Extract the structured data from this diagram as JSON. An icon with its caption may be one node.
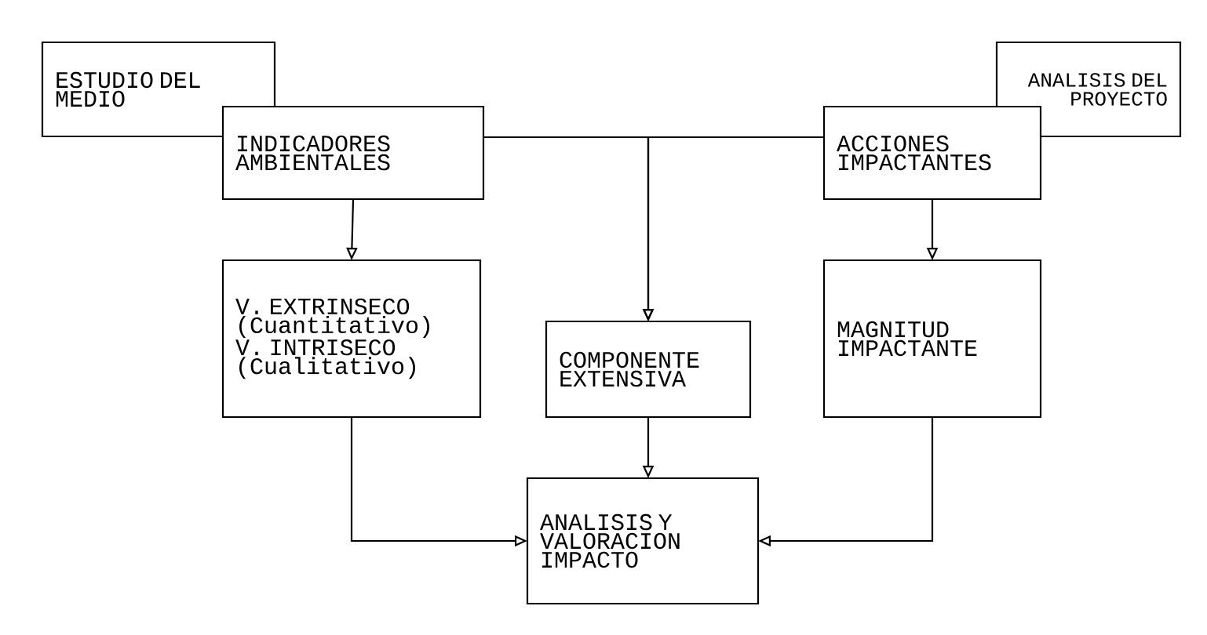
{
  "diagram": {
    "nodes": [
      {
        "text": [
          "ESTUDIO DEL MEDIO"
        ]
      },
      {
        "text": [
          "ANALISIS DEL PROYECTO"
        ]
      },
      {
        "text": [
          "INDICADORES AMBIENTALES"
        ]
      },
      {
        "text": [
          "ACCIONES IMPACTANTES"
        ]
      },
      {
        "text": [
          "V. EXTRINSECO (Cuantitativo) V. INTRISECO (Cualitativo)"
        ]
      },
      {
        "text": [
          "COMPONENTE EXTENSIVA"
        ]
      },
      {
        "text": [
          "MAGNITUD IMPACTANTE"
        ]
      },
      {
        "text": [
          "ANALISIS Y VALORACION IMPACTO"
        ]
      }
    ],
    "edges": [
      {
        "from": 2,
        "to": 4,
        "arrow": "to"
      },
      {
        "from": 3,
        "to": 6,
        "arrow": "to"
      },
      {
        "from": 2,
        "to": 5,
        "arrow": "to"
      },
      {
        "from": 3,
        "to": 5,
        "arrow": "to"
      },
      {
        "from": 4,
        "to": 7,
        "arrow": "to"
      },
      {
        "from": 5,
        "to": 7,
        "arrow": "to"
      },
      {
        "from": 6,
        "to": 7,
        "arrow": "to"
      }
    ]
  }
}
